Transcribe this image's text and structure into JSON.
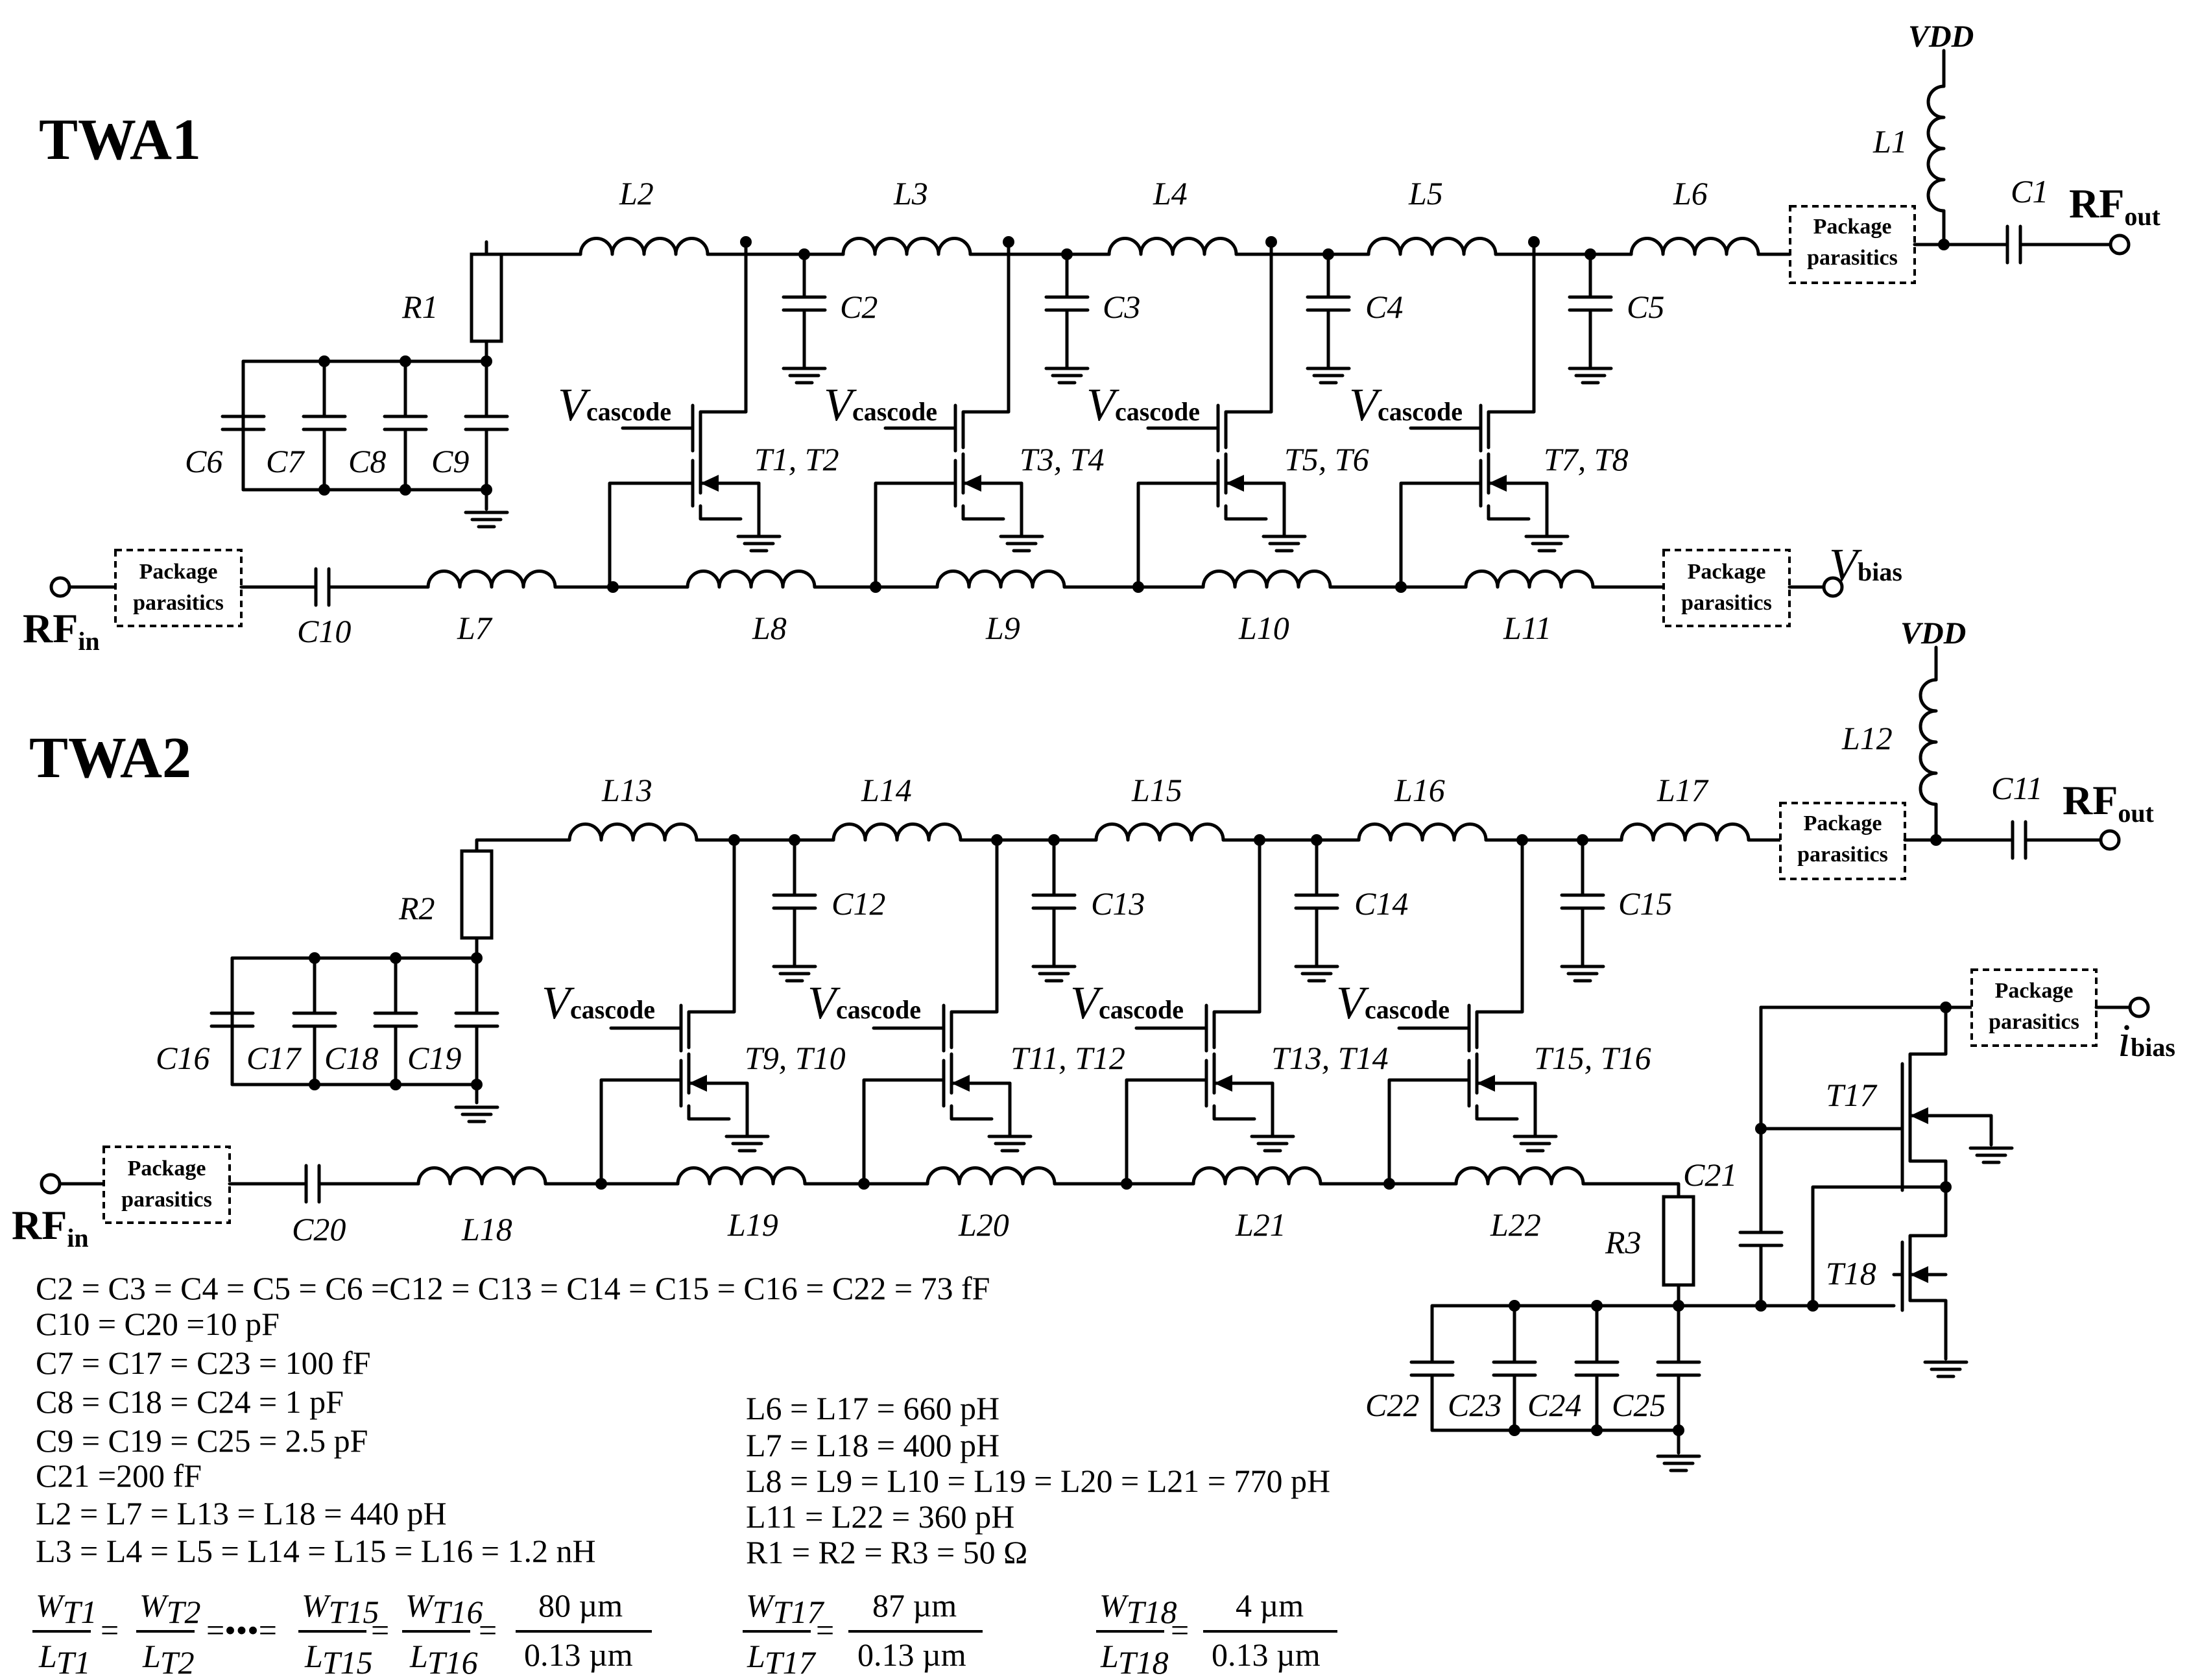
{
  "twa1": {
    "title": "TWA1",
    "vdd": "VDD",
    "rf_in": "RF",
    "rf_in_sub": "in",
    "rf_out": "RF",
    "rf_out_sub": "out",
    "vbias": "V",
    "vbias_sub": "bias",
    "package": [
      "Package",
      "parasitics"
    ],
    "inductors_top": [
      "L2",
      "L3",
      "L4",
      "L5",
      "L6"
    ],
    "inductors_bottom": [
      "L7",
      "L8",
      "L9",
      "L10",
      "L11"
    ],
    "shunt_caps": [
      "C2",
      "C3",
      "C4",
      "C5"
    ],
    "term_caps": [
      "C6",
      "C7",
      "C8",
      "C9"
    ],
    "transistors": [
      "T1, T2",
      "T3, T4",
      "T5, T6",
      "T7, T8"
    ],
    "vcascode": "V",
    "vcascode_sub": "cascode",
    "R": "R1",
    "L_drain": "L1",
    "C_out": "C1",
    "C_in": "C10"
  },
  "twa2": {
    "title": "TWA2",
    "vdd": "VDD",
    "rf_in": "RF",
    "rf_in_sub": "in",
    "rf_out": "RF",
    "rf_out_sub": "out",
    "ibias": "i",
    "ibias_sub": "bias",
    "package": [
      "Package",
      "parasitics"
    ],
    "inductors_top": [
      "L13",
      "L14",
      "L15",
      "L16",
      "L17"
    ],
    "inductors_bottom": [
      "L18",
      "L19",
      "L20",
      "L21",
      "L22"
    ],
    "shunt_caps": [
      "C12",
      "C13",
      "C14",
      "C15"
    ],
    "term_caps": [
      "C16",
      "C17",
      "C18",
      "C19"
    ],
    "bias_caps": [
      "C22",
      "C23",
      "C24",
      "C25"
    ],
    "transistors": [
      "T9, T10",
      "T11, T12",
      "T13, T14",
      "T15, T16"
    ],
    "bias_transistors": [
      "T17",
      "T18"
    ],
    "vcascode": "V",
    "vcascode_sub": "cascode",
    "R": "R2",
    "R_bias": "R3",
    "L_drain": "L12",
    "C_out": "C11",
    "C_in": "C20",
    "C_bias": "C21"
  },
  "values_left": [
    "C2 = C3 = C4 = C5 = C6 =C12 = C13 = C14 = C15 = C16 = C22 = 73 fF",
    "C10 = C20 =10 pF",
    "C7 = C17 = C23 = 100 fF",
    "C8 = C18 = C24 = 1 pF",
    "C9 = C19 = C25 = 2.5 pF",
    "C21 =200 fF",
    "L2 = L7 = L13 = L18 = 440 pH",
    "L3 = L4 = L5 = L14 = L15 = L16 = 1.2 nH"
  ],
  "values_right": [
    "L6 = L17 = 660 pH",
    "L7 = L18 = 400 pH",
    "L8 = L9 = L10 = L19 = L20 = L21 = 770 pH",
    "L11 = L22 = 360 pH",
    "R1 = R2 = R3 = 50 Ω"
  ],
  "ratios": {
    "w_t1": "W",
    "w_t1_sub": "T1",
    "l_t1": "L",
    "l_t1_sub": "T1",
    "w_t2": "W",
    "w_t2_sub": "T2",
    "l_t2": "L",
    "l_t2_sub": "T2",
    "dots": "=•••=",
    "w_t15": "W",
    "w_t15_sub": "T15",
    "l_t15": "L",
    "l_t15_sub": "T15",
    "w_t16": "W",
    "w_t16_sub": "T16",
    "l_t16": "L",
    "l_t16_sub": "T16",
    "main_num": "80 µm",
    "main_den": "0.13 µm",
    "w_t17": "W",
    "w_t17_sub": "T17",
    "l_t17": "L",
    "l_t17_sub": "T17",
    "t17_num": "87 µm",
    "t17_den": "0.13 µm",
    "w_t18": "W",
    "w_t18_sub": "T18",
    "l_t18": "L",
    "l_t18_sub": "T18",
    "t18_num": "4 µm",
    "t18_den": "0.13 µm"
  }
}
